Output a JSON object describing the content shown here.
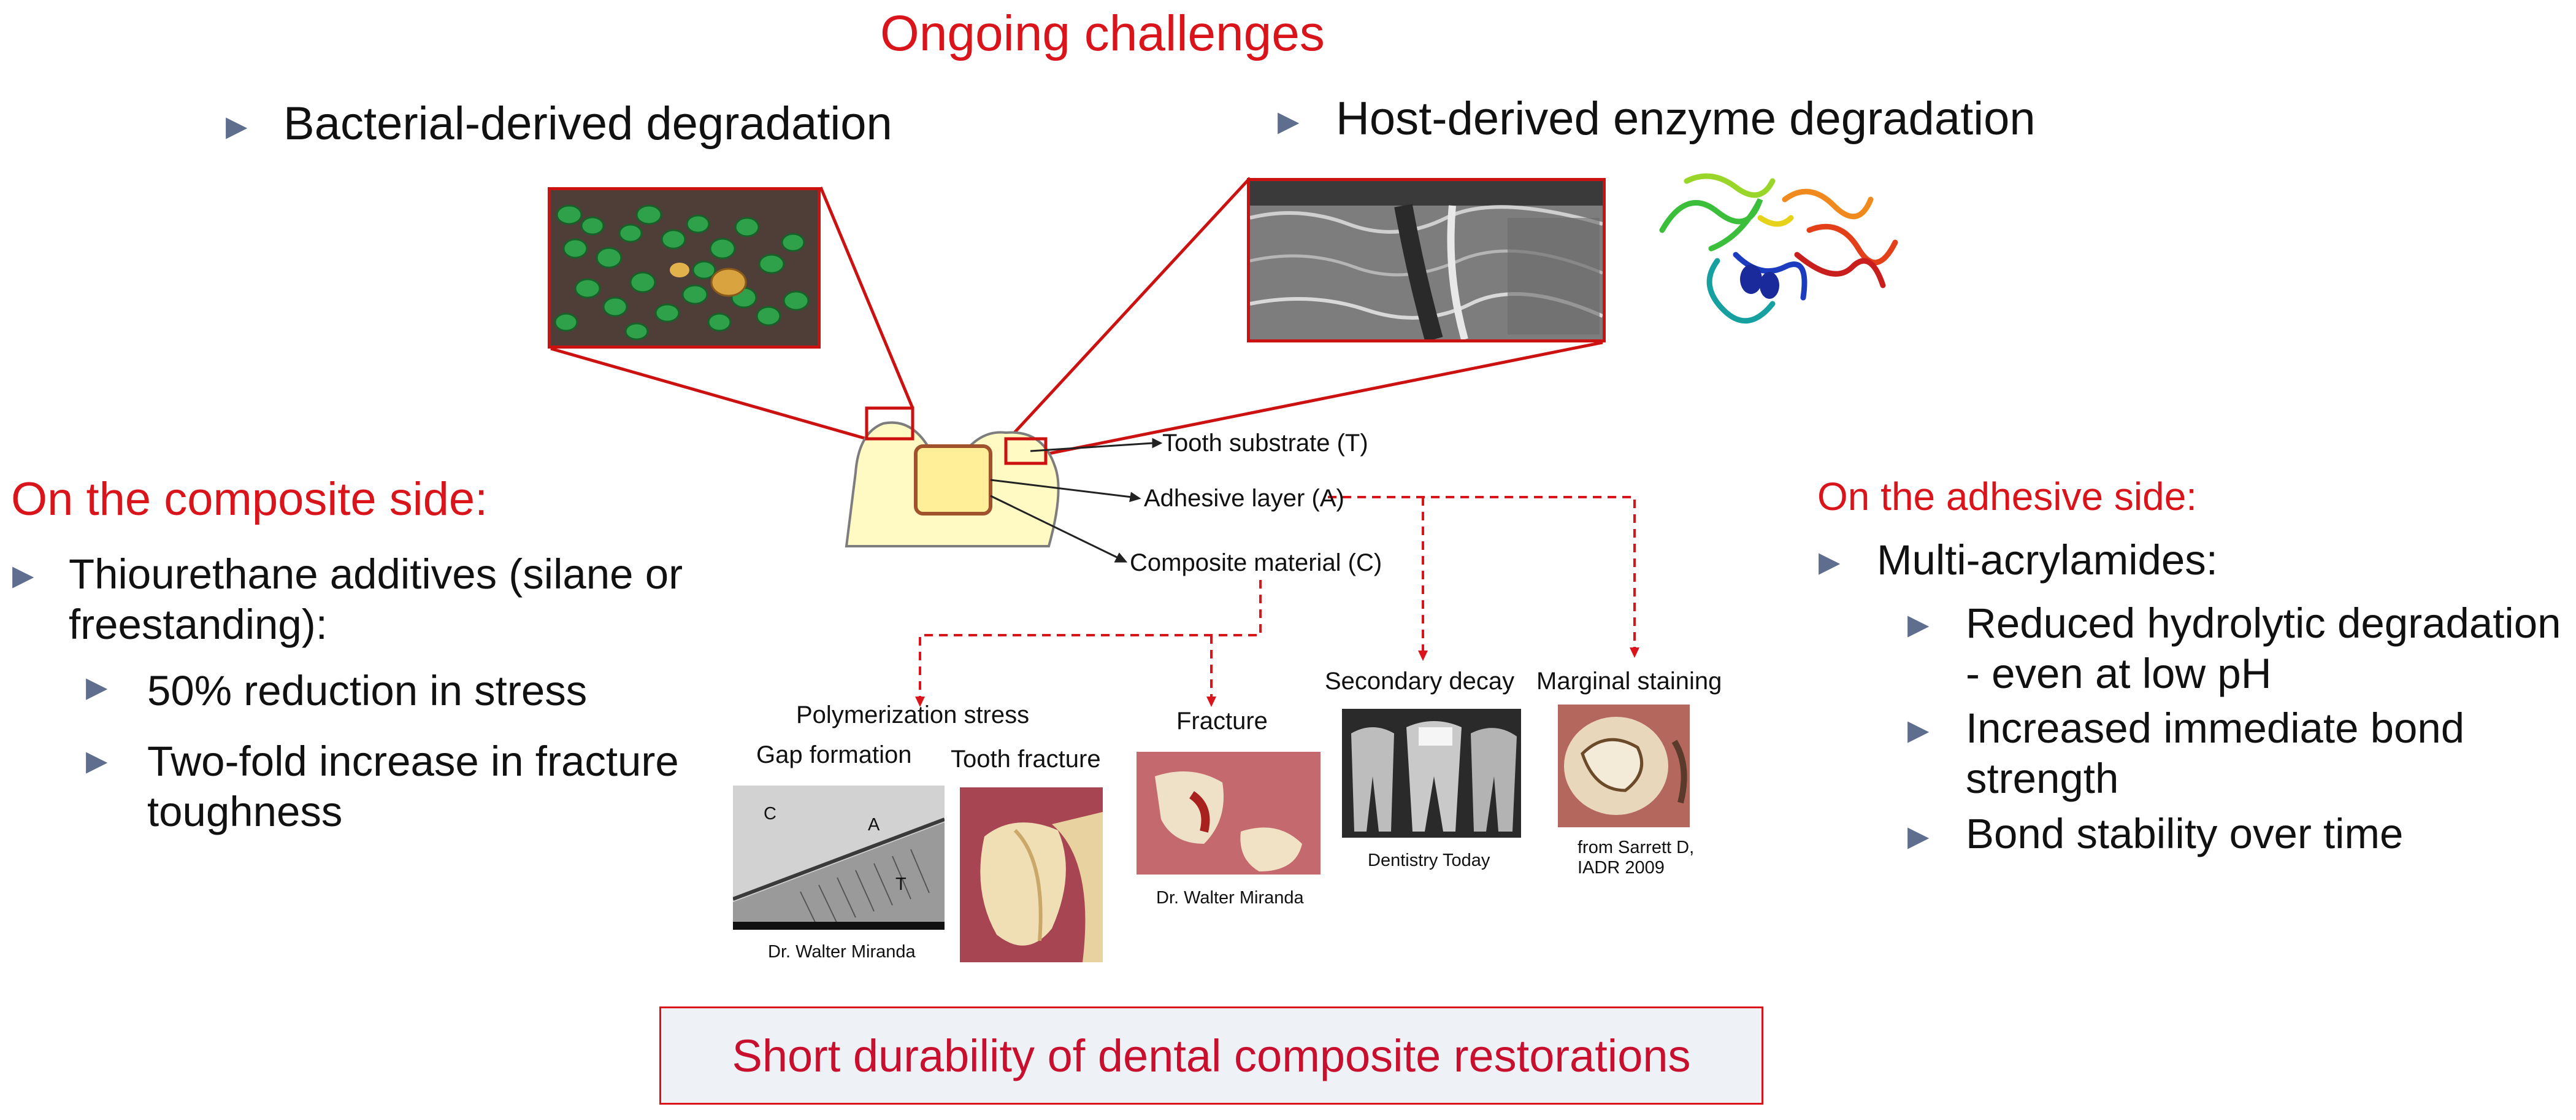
{
  "title": "Ongoing challenges",
  "top_left": {
    "heading": "Bacterial-derived degradation"
  },
  "top_right": {
    "heading": "Host-derived enzyme degradation"
  },
  "composite_side": {
    "heading": "On the composite side:",
    "item": "Thiourethane additives (silane or freestanding):",
    "subitems": [
      "50% reduction in stress",
      "Two-fold increase in fracture toughness"
    ]
  },
  "adhesive_side": {
    "heading": "On the adhesive side:",
    "item": "Multi-acrylamides:",
    "subitems": [
      "Reduced hydrolytic degradation - even at low pH",
      "Increased immediate bond strength",
      "Bond stability over time"
    ]
  },
  "tooth_labels": {
    "substrate": "Tooth substrate (T)",
    "adhesive": "Adhesive layer (A)",
    "composite": "Composite material (C)"
  },
  "failures": {
    "polymerization_stress": "Polymerization stress",
    "gap_formation": "Gap formation",
    "tooth_fracture": "Tooth fracture",
    "fracture": "Fracture",
    "secondary_decay": "Secondary decay",
    "marginal_staining": "Marginal staining"
  },
  "sem_letters": {
    "c": "C",
    "a": "A",
    "t": "T"
  },
  "credits": {
    "gap": "Dr. Walter Miranda",
    "fracture": "Dr. Walter Miranda",
    "decay": "Dentistry Today",
    "staining_line1": "from Sarrett D,",
    "staining_line2": "IADR 2009"
  },
  "banner": "Short durability of dental composite restorations",
  "colors": {
    "accent_red": "#d9141a",
    "bullet": "#5f6d8f",
    "tooth_fill": "#fff9c4",
    "composite_fill": "#ffef99",
    "banner_bg": "#eef2f6"
  },
  "icons": {
    "bullet": "triangle-right-icon"
  }
}
